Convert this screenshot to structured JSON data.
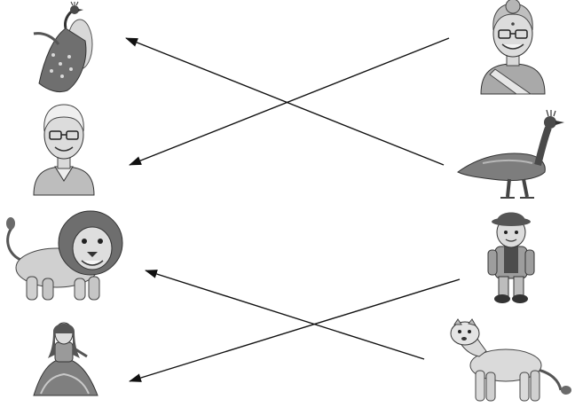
{
  "worksheet": {
    "type": "match-the-pairs",
    "left_column": [
      "peahen",
      "grandfather",
      "lion",
      "girl"
    ],
    "right_column": [
      "grandmother",
      "peacock",
      "boy",
      "lioness"
    ],
    "pairs_drawn": [
      {
        "from": "grandmother",
        "to": "grandfather"
      },
      {
        "from": "peacock",
        "to": "peahen"
      },
      {
        "from": "boy",
        "to": "girl"
      },
      {
        "from": "lioness",
        "to": "lion"
      }
    ]
  },
  "colors": {
    "line": "#111111",
    "ink": "#3a3a3a",
    "fill_light": "#e6e6e6",
    "fill_mid": "#bdbdbd",
    "fill_dark": "#7a7a7a",
    "background": "#ffffff"
  }
}
